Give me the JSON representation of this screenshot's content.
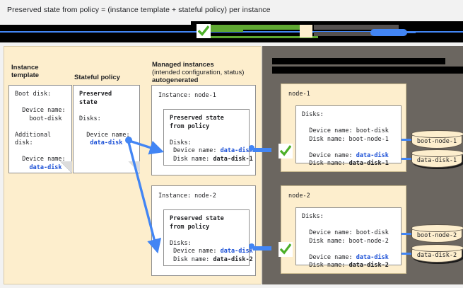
{
  "caption": "Preserved state from policy = (instance template + stateful policy) per instance",
  "colors": {
    "accent_blue": "#4285f4",
    "link_blue": "#1a4fd6",
    "beige_panel": "#fdeecd",
    "gray_panel": "#6b6660",
    "check_green": "#4caf28",
    "green_bar": "#5fa832"
  },
  "banner": {
    "note": "redacted/obscured toolbar strip",
    "check_icon": "green-check-icon"
  },
  "sections": {
    "instance_template": {
      "title": "Instance\ntemplate",
      "card": {
        "line1": "Boot disk:",
        "line2": "Device name:",
        "line3": "boot-disk",
        "line4": "Additional",
        "line5": "disk:",
        "line6": "Device name:",
        "line7": "data-disk"
      }
    },
    "stateful_policy": {
      "title": "Stateful policy",
      "card": {
        "line1": "Preserved",
        "line2": "state",
        "line3": "Disks:",
        "line4": "Device name:",
        "line5": "data-disk"
      }
    },
    "managed_instances": {
      "title": "Managed instances",
      "subtitle": "(intended configuration, status)",
      "title3": "autogenerated",
      "instances": [
        {
          "header": "Instance: node-1",
          "inner_title_l1": "Preserved state",
          "inner_title_l2": "from policy",
          "disks_label": "Disks:",
          "device_label": "Device name:",
          "device_value": "data-disk",
          "disk_label": "Disk name:",
          "disk_value": "data-disk-1"
        },
        {
          "header": "Instance: node-2",
          "inner_title_l1": "Preserved state",
          "inner_title_l2": "from policy",
          "disks_label": "Disks:",
          "device_label": "Device name:",
          "device_value": "data-disk",
          "disk_label": "Disk name:",
          "disk_value": "data-disk-2"
        }
      ]
    },
    "actual_instances": {
      "redacted_title_1": "",
      "redacted_title_2": "",
      "nodes": [
        {
          "name": "node-1",
          "disks_label": "Disks:",
          "boot_device_label": "Device name: boot-disk",
          "boot_disk_label": "Disk name: boot-node-1",
          "data_device_label": "Device name:",
          "data_device_value": "data-disk",
          "data_disk_label": "Disk name:",
          "data_disk_value": "data-disk-1",
          "check_icon": "green-check-icon",
          "cylinders": [
            {
              "label": "boot-node-1",
              "shadow": false
            },
            {
              "label": "data-disk-1",
              "shadow": true
            }
          ]
        },
        {
          "name": "node-2",
          "disks_label": "Disks:",
          "boot_device_label": "Device name: boot-disk",
          "boot_disk_label": "Disk name: boot-node-2",
          "data_device_label": "Device name:",
          "data_device_value": "data-disk",
          "data_disk_label": "Disk name:",
          "data_disk_value": "data-disk-2",
          "check_icon": "green-check-icon",
          "cylinders": [
            {
              "label": "boot-node-2",
              "shadow": false
            },
            {
              "label": "data-disk-2",
              "shadow": true
            }
          ]
        }
      ]
    }
  }
}
